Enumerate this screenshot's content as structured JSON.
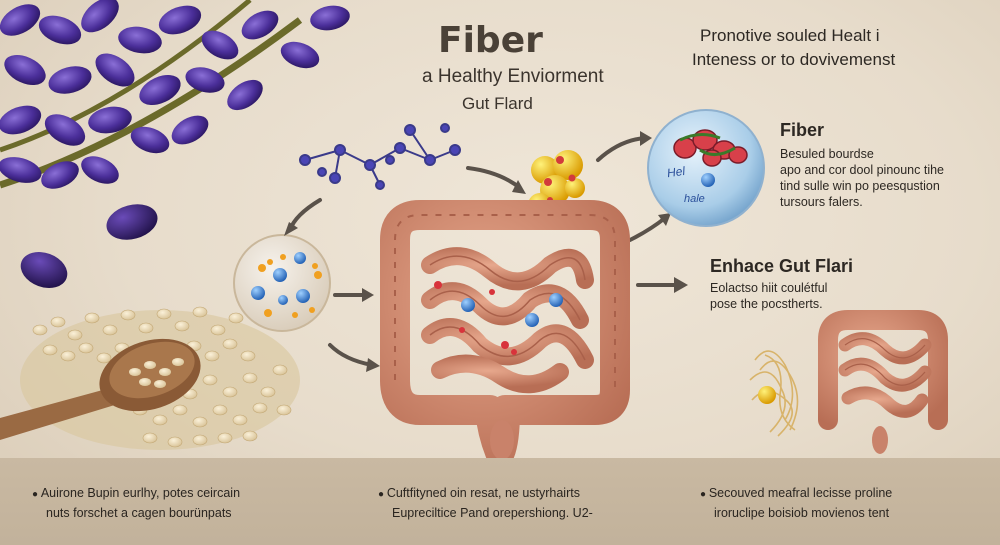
{
  "header": {
    "title": "Fiber",
    "subtitle_line1": "a Healthy Enviorment",
    "subtitle_line2": "Gut Flard"
  },
  "top_right": {
    "line1": "Pronotive souled Healt i",
    "line2": "Inteness or to dovivemenst"
  },
  "fiber_panel": {
    "heading": "Fiber",
    "lines": [
      "Besuled bourdse",
      "apo and cor dool pinounc tihe",
      "tind sulle win po peesqustion",
      "tursours falers."
    ],
    "bubble_text_1": "Hel",
    "bubble_text_2": "hale"
  },
  "enhance_panel": {
    "heading": "Enhace Gut Flari",
    "lines": [
      "Eolactso hiit coulétful",
      "pose the pocstherts."
    ]
  },
  "footer": {
    "col1": [
      "Auirone Bupin eurlhy, potes ceircain",
      "nuts forschet a cagen bourünpats"
    ],
    "col2": [
      "Cuftfityned oin resat, ne ustyrhairts",
      "Eupreciltice Pand orepershiong. U2-"
    ],
    "col3": [
      "Secouved meafral lecisse proline",
      "iroruclipe boisiob movienos tent"
    ]
  },
  "colors": {
    "background": "#e7dccb",
    "footer": "#c6b69f",
    "lavender": "#4b2f8f",
    "intestine": "#c8826a",
    "text": "#2d2823"
  }
}
